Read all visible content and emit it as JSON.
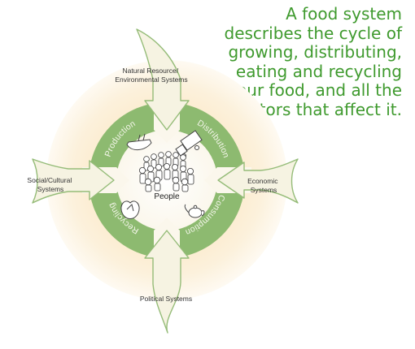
{
  "caption_lines": [
    "A food system",
    "describes the cycle of",
    "growing, distributing,",
    "eating and recycling",
    "our food, and all the",
    "factors that affect it."
  ],
  "center": {
    "label": "People"
  },
  "ring_stages": {
    "production": "Production",
    "distribution": "Distribution",
    "consumption": "Consumption",
    "recycling": "Recycling"
  },
  "external_systems": {
    "natural_line1": "Natural Resource/",
    "natural_line2": "Environmental Systems",
    "social_line1": "Social/Cultural",
    "social_line2": "Systems",
    "economic_line1": "Economic",
    "economic_line2": "Systems",
    "political": "Political Systems"
  },
  "icons": {
    "production": "boat-icon",
    "distribution": "truck-icon",
    "consumption": "teapot-icon",
    "recycling": "recycle-bin-icon",
    "center": "crowd-icon"
  },
  "colors": {
    "caption": "#3f9a2e",
    "ring": "#8dba70",
    "halo": "#fcf1dc",
    "arrow_fill": "#f6f3e2",
    "arrow_stroke": "#95bc78"
  }
}
